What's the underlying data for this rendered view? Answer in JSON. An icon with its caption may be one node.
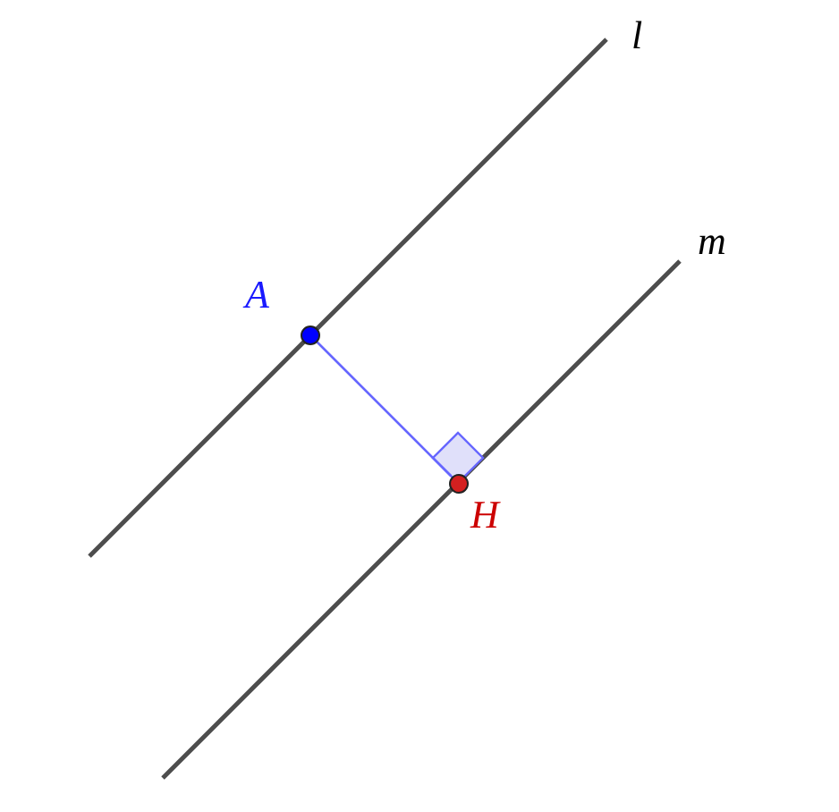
{
  "diagram": {
    "nodes": [
      {
        "text": [
          "A"
        ]
      },
      {
        "text": [
          "H"
        ]
      }
    ],
    "edges": [
      {
        "from": 0,
        "to": 1,
        "arrow": "none",
        "color": "#6666ff"
      }
    ],
    "labels": [
      "l",
      "m"
    ]
  }
}
